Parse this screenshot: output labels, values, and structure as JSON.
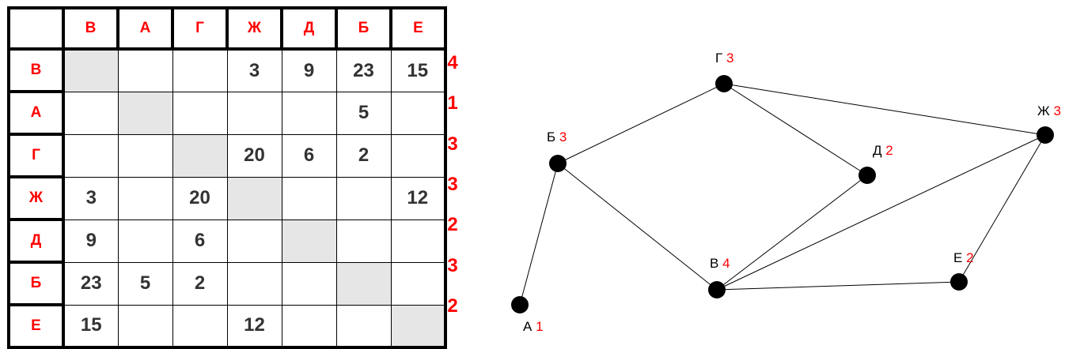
{
  "table": {
    "columns": [
      "В",
      "А",
      "Г",
      "Ж",
      "Д",
      "Б",
      "Е"
    ],
    "rows": [
      {
        "label": "В",
        "cells": [
          "",
          "",
          "",
          "3",
          "9",
          "23",
          "15"
        ],
        "degree": "4"
      },
      {
        "label": "А",
        "cells": [
          "",
          "",
          "",
          "",
          "",
          "5",
          ""
        ],
        "degree": "1"
      },
      {
        "label": "Г",
        "cells": [
          "",
          "",
          "",
          "20",
          "6",
          "2",
          ""
        ],
        "degree": "3"
      },
      {
        "label": "Ж",
        "cells": [
          "3",
          "",
          "20",
          "",
          "",
          "",
          "12"
        ],
        "degree": "3"
      },
      {
        "label": "Д",
        "cells": [
          "9",
          "",
          "6",
          "",
          "",
          "",
          ""
        ],
        "degree": "2"
      },
      {
        "label": "Б",
        "cells": [
          "23",
          "5",
          "2",
          "",
          "",
          "",
          ""
        ],
        "degree": "3"
      },
      {
        "label": "Е",
        "cells": [
          "15",
          "",
          "",
          "12",
          "",
          "",
          ""
        ],
        "degree": "2"
      }
    ]
  },
  "graph": {
    "nodes": [
      {
        "id": "Г",
        "degree": "3"
      },
      {
        "id": "Ж",
        "degree": "3"
      },
      {
        "id": "Б",
        "degree": "3"
      },
      {
        "id": "Д",
        "degree": "2"
      },
      {
        "id": "В",
        "degree": "4"
      },
      {
        "id": "Е",
        "degree": "2"
      },
      {
        "id": "А",
        "degree": "1"
      }
    ],
    "edges": [
      [
        "Г",
        "Б"
      ],
      [
        "Г",
        "Ж"
      ],
      [
        "Г",
        "Д"
      ],
      [
        "Б",
        "А"
      ],
      [
        "Б",
        "В"
      ],
      [
        "Д",
        "В"
      ],
      [
        "Ж",
        "В"
      ],
      [
        "Ж",
        "Е"
      ],
      [
        "В",
        "Е"
      ]
    ]
  },
  "colors": {
    "accent": "#ff0000",
    "diagonal": "#e6e6e6"
  }
}
